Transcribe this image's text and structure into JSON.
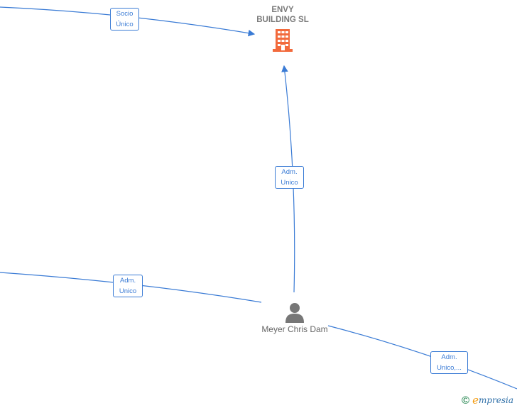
{
  "company": {
    "name_line1": "ENVY",
    "name_line2": "BUILDING  SL",
    "icon": "building-icon",
    "icon_color": "#f26a3c"
  },
  "person": {
    "name": "Meyer Chris Dam",
    "icon": "person-icon",
    "icon_color": "#777777"
  },
  "edges": [
    {
      "line1": "Socio",
      "line2": "Único"
    },
    {
      "line1": "Adm.",
      "line2": "Unico"
    },
    {
      "line1": "Adm.",
      "line2": "Unico"
    },
    {
      "line1": "Adm.",
      "line2": "Unico,..."
    }
  ],
  "colors": {
    "edge": "#3a7bd5",
    "brand_green": "#2e8b57",
    "brand_orange": "#f39c12",
    "brand_blue": "#2e6fa8"
  },
  "brand": {
    "copyright": "©",
    "e": "e",
    "rest": "mpresia"
  }
}
